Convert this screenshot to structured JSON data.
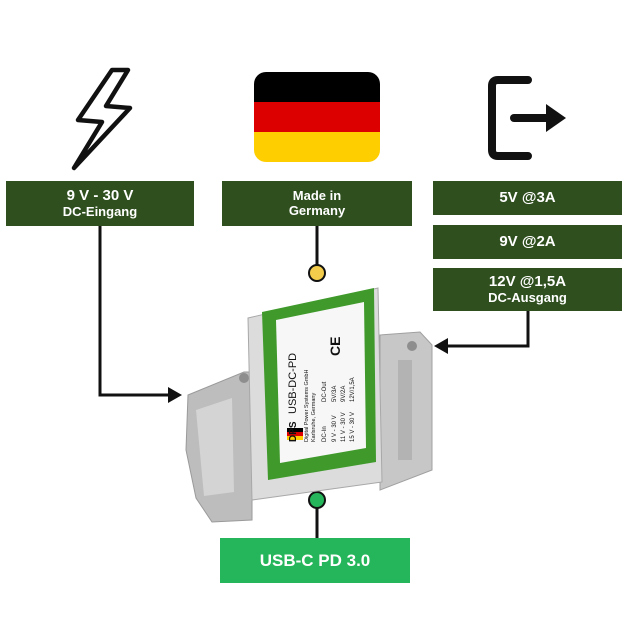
{
  "labels": {
    "input": {
      "line1": "9 V - 30 V",
      "line2": "DC-Eingang"
    },
    "origin": {
      "line1": "Made in",
      "line2": "Germany"
    },
    "out5v": "5V @3A",
    "out9v": "9V @2A",
    "out12v": {
      "line1": "12V @1,5A",
      "line2": "DC-Ausgang"
    }
  },
  "badge": "USB-C PD 3.0",
  "device": {
    "brand": "DPS",
    "model": "USB-DC-PD",
    "company": "Digital Power Systems GmbH",
    "location": "Karlsruhe, Germany",
    "table_headers": [
      "DC-In",
      "DC-Out"
    ],
    "table_rows": [
      [
        "9 V - 30 V",
        "5V/3A"
      ],
      [
        "11 V - 30 V",
        "9V/2A"
      ],
      [
        "15 V - 30 V",
        "12V/1,5A"
      ]
    ],
    "ce_mark": "CE"
  },
  "colors": {
    "label_bg": "#2f4f1f",
    "badge_bg": "#25b55a",
    "accent_green": "#3f9a2b",
    "yellow_dot": "#f2cc4a",
    "flag": [
      "#000000",
      "#dd0000",
      "#ffce00"
    ]
  }
}
